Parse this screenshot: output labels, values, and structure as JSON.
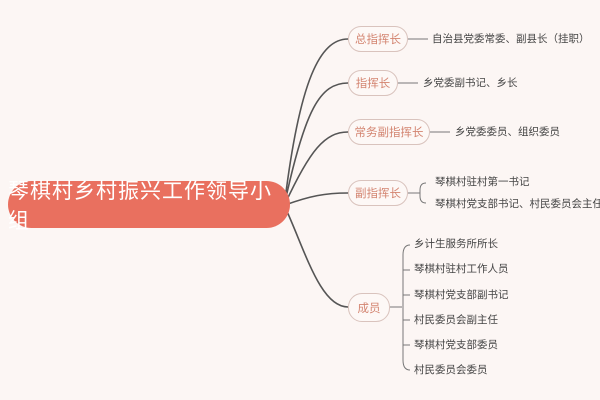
{
  "root": "琴棋村乡村振兴工作领导小组",
  "branches": [
    {
      "label": "总指挥长",
      "items": [
        "自治县党委常委、副县长（挂职）"
      ]
    },
    {
      "label": "指挥长",
      "items": [
        "乡党委副书记、乡长"
      ]
    },
    {
      "label": "常务副指挥长",
      "items": [
        "乡党委委员、组织委员"
      ]
    },
    {
      "label": "副指挥长",
      "items": [
        "琴棋村驻村第一书记",
        "琴棋村党支部书记、村民委员会主任"
      ]
    },
    {
      "label": "成员",
      "items": [
        "乡计生服务所所长",
        "琴棋村驻村工作人员",
        "琴棋村党支部副书记",
        "村民委员会副主任",
        "琴棋村党支部委员",
        "村民委员会委员"
      ]
    }
  ]
}
